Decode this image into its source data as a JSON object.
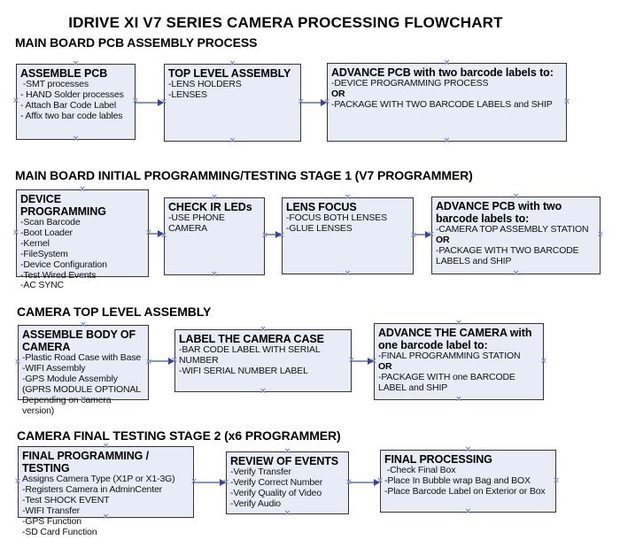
{
  "title": "IDRIVE XI V7 SERIES CAMERA PROCESSING FLOWCHART",
  "colors": {
    "background": "#ffffff",
    "box_fill": "#e7ecf6",
    "box_border": "#333333",
    "arrow_line": "#8694c6",
    "arrow_head": "#36459c",
    "connection_handle": "#8793bd",
    "text": "#000000"
  },
  "icons": {
    "connection_point": "×"
  },
  "sections": [
    {
      "heading": "MAIN BOARD PCB ASSEMBLY PROCESS",
      "boxes": [
        {
          "id": "assemble-pcb",
          "title": "ASSEMBLE PCB",
          "lines": [
            " -SMT processes",
            "- HAND Solder processes",
            "- Attach Bar Code Label",
            "- Affix two bar code lables"
          ]
        },
        {
          "id": "top-level-assembly",
          "title": "TOP LEVEL ASSEMBLY",
          "lines": [
            "-LENS HOLDERS",
            "-LENSES"
          ]
        },
        {
          "id": "advance-pcb-two-labels",
          "title": "ADVANCE PCB with two barcode labels to:",
          "lines": [
            "-DEVICE PROGRAMMING PROCESS",
            "OR",
            "-PACKAGE WITH TWO BARCODE LABELS and SHIP"
          ]
        }
      ]
    },
    {
      "heading": "MAIN BOARD INITIAL PROGRAMMING/TESTING STAGE 1 (V7 PROGRAMMER)",
      "boxes": [
        {
          "id": "device-programming",
          "title": "DEVICE PROGRAMMING",
          "lines": [
            "-Scan Barcode",
            "-Boot Loader",
            "-Kernel",
            "-FileSystem",
            "-Device Configuration",
            "-Test Wired Events",
            "-AC SYNC"
          ]
        },
        {
          "id": "check-ir-leds",
          "title": "CHECK IR LEDs",
          "lines": [
            "-USE PHONE CAMERA"
          ]
        },
        {
          "id": "lens-focus",
          "title": "LENS FOCUS",
          "lines": [
            "-FOCUS BOTH LENSES",
            "-GLUE LENSES"
          ]
        },
        {
          "id": "advance-pcb-two-labels-stage1",
          "title": "ADVANCE PCB with two barcode labels to:",
          "lines": [
            "-CAMERA TOP ASSEMBLY STATION",
            "OR",
            "-PACKAGE WITH TWO BARCODE LABELS and SHIP"
          ]
        }
      ]
    },
    {
      "heading": "CAMERA TOP LEVEL ASSEMBLY",
      "boxes": [
        {
          "id": "assemble-body-of-camera",
          "title": "ASSEMBLE BODY OF CAMERA",
          "lines": [
            "-Plastic Road Case with Base",
            "-WIFI Assembly",
            "-GPS Module Assembly",
            "(GPRS MODULE OPTIONAL Depending on camera version)"
          ]
        },
        {
          "id": "label-the-camera-case",
          "title": "LABEL THE CAMERA CASE",
          "lines": [
            "-BAR CODE LABEL WITH SERIAL NUMBER",
            "-WIFI SERIAL NUMBER LABEL"
          ]
        },
        {
          "id": "advance-camera-one-label",
          "title": "ADVANCE THE CAMERA with one barcode label to:",
          "lines": [
            "-FINAL PROGRAMMING STATION",
            "OR",
            "-PACKAGE WITH one BARCODE LABEL and SHIP"
          ]
        }
      ]
    },
    {
      "heading": "CAMERA FINAL TESTING STAGE 2 (x6 PROGRAMMER)",
      "boxes": [
        {
          "id": "final-programming-testing",
          "title": "FINAL PROGRAMMING / TESTING",
          "lines": [
            "Assigns Camera Type (X1P or X1-3G)",
            "-Registers Camera in AdminCenter",
            "-Test SHOCK EVENT",
            "-WIFI Transfer",
            "-GPS Function",
            "-SD Card Function"
          ]
        },
        {
          "id": "review-of-events",
          "title": "REVIEW OF EVENTS",
          "lines": [
            "-Verify Transfer",
            "-Verify Correct Number",
            "-Verify Quality of Video",
            "-Verify Audio"
          ]
        },
        {
          "id": "final-processing",
          "title": "FINAL PROCESSING",
          "lines": [
            " -Check Final Box",
            "-Place In Bubble wrap Bag and BOX",
            "-Place Barcode Label on Exterior or Box"
          ]
        }
      ]
    }
  ],
  "connections": [
    {
      "from": "assemble-pcb",
      "to": "top-level-assembly"
    },
    {
      "from": "top-level-assembly",
      "to": "advance-pcb-two-labels"
    },
    {
      "from": "device-programming",
      "to": "check-ir-leds"
    },
    {
      "from": "check-ir-leds",
      "to": "lens-focus"
    },
    {
      "from": "lens-focus",
      "to": "advance-pcb-two-labels-stage1"
    },
    {
      "from": "assemble-body-of-camera",
      "to": "label-the-camera-case"
    },
    {
      "from": "label-the-camera-case",
      "to": "advance-camera-one-label"
    },
    {
      "from": "final-programming-testing",
      "to": "review-of-events"
    },
    {
      "from": "review-of-events",
      "to": "final-processing"
    }
  ]
}
